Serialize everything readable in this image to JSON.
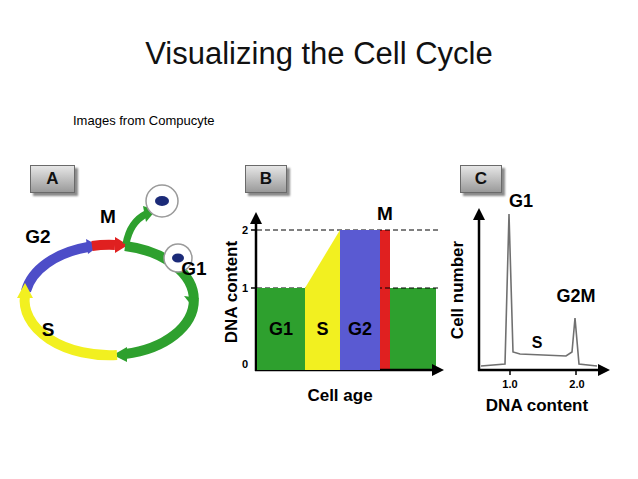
{
  "diagram": {
    "title": "Visualizing the Cell Cycle",
    "nodes": [
      {
        "text": [
          "A"
        ]
      },
      {
        "text": [
          "B"
        ]
      },
      {
        "text": [
          "G1"
        ]
      },
      {
        "text": [
          "S"
        ]
      },
      {
        "text": [
          "G2"
        ]
      },
      {
        "text": [
          "C"
        ]
      }
    ],
    "labels": [
      "Images from Compucyte",
      "G2",
      "M",
      "G1",
      "S",
      "M",
      "2",
      "1",
      "0",
      "DNA content",
      "Cell age",
      "G1",
      "S",
      "G2M",
      "Cell number",
      "1.0",
      "2.0",
      "DNA content"
    ]
  }
}
